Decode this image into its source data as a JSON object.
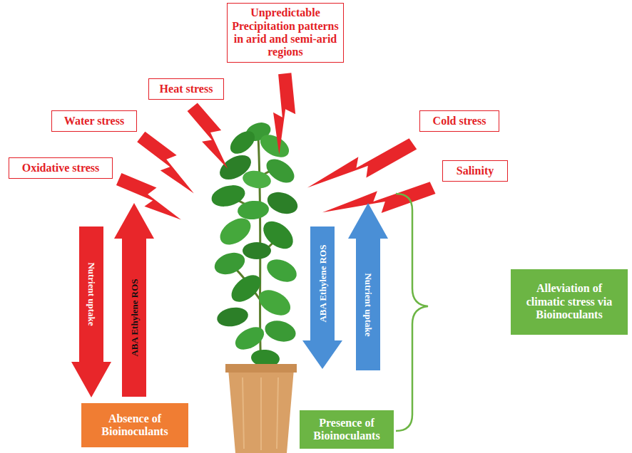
{
  "diagram": {
    "nodes": [
      {
        "text": [
          "Unpredictable Precipitation patterns in arid and semi-arid regions"
        ]
      },
      {
        "text": [
          "Heat stress"
        ]
      },
      {
        "text": [
          "Water stress"
        ]
      },
      {
        "text": [
          "Cold stress"
        ]
      },
      {
        "text": [
          "Oxidative stress"
        ]
      },
      {
        "text": [
          "Salinity"
        ]
      },
      {
        "text": [
          "Nutrient uptake"
        ]
      },
      {
        "text": [
          "ABA Ethylene ROS"
        ]
      },
      {
        "text": [
          "ABA Ethylene ROS"
        ]
      },
      {
        "text": [
          "Nutrient uptake"
        ]
      },
      {
        "text": [
          "Alleviation of climatic stress via Bioinoculants"
        ]
      },
      {
        "text": [
          "Absence of Bioinoculants"
        ]
      },
      {
        "text": [
          "Presence of Bioinoculants"
        ]
      }
    ]
  }
}
